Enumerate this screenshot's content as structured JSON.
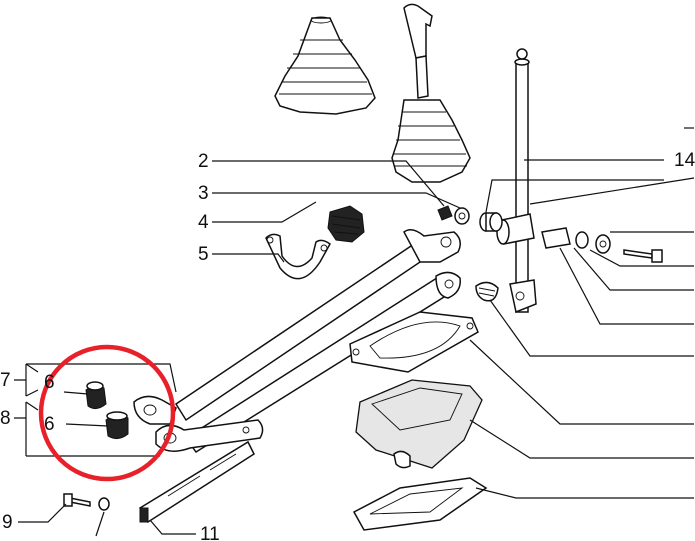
{
  "diagram": {
    "callouts": [
      {
        "id": "c2",
        "label": "2"
      },
      {
        "id": "c3",
        "label": "3"
      },
      {
        "id": "c4",
        "label": "4"
      },
      {
        "id": "c5",
        "label": "5"
      },
      {
        "id": "c6a",
        "label": "6"
      },
      {
        "id": "c6b",
        "label": "6"
      },
      {
        "id": "c7",
        "label": "7"
      },
      {
        "id": "c8",
        "label": "8"
      },
      {
        "id": "c9",
        "label": "9"
      },
      {
        "id": "c11",
        "label": "11"
      },
      {
        "id": "c14",
        "label": "14"
      }
    ],
    "highlight_color": "#e8202a",
    "line_color": "#111111"
  }
}
